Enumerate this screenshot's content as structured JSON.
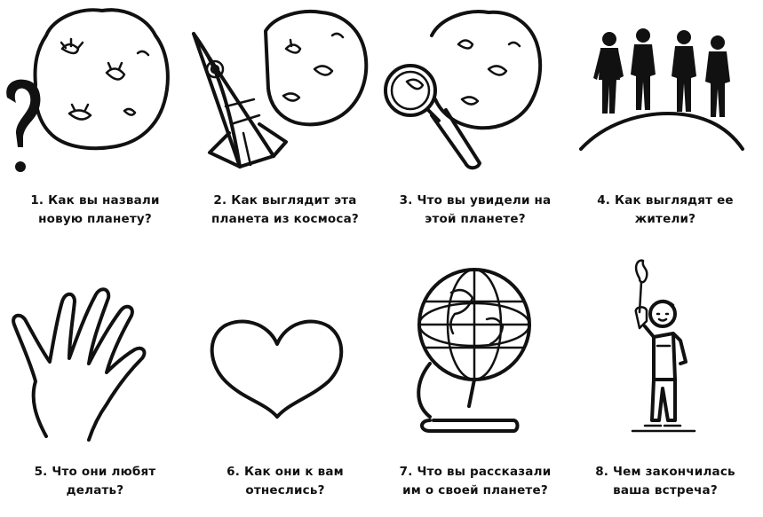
{
  "panels": [
    {
      "number": "1.",
      "line1": "Как вы назвали",
      "line2": "новую планету?",
      "icon": "planet-question-icon"
    },
    {
      "number": "2.",
      "line1": "Как выглядит эта",
      "line2": "планета из космоса?",
      "icon": "rocket-planet-icon"
    },
    {
      "number": "3.",
      "line1": "Что вы увидели на",
      "line2": "этой планете?",
      "icon": "magnifier-planet-icon"
    },
    {
      "number": "4.",
      "line1": "Как выглядят ее",
      "line2": "жители?",
      "icon": "inhabitants-icon"
    },
    {
      "number": "5.",
      "line1": "Что они любят",
      "line2": "делать?",
      "icon": "hand-icon"
    },
    {
      "number": "6.",
      "line1": "Как они к вам",
      "line2": "отнеслись?",
      "icon": "heart-icon"
    },
    {
      "number": "7.",
      "line1": "Что вы рассказали",
      "line2": "им о своей планете?",
      "icon": "globe-icon"
    },
    {
      "number": "8.",
      "line1": "Чем закончилась",
      "line2": "ваша встреча?",
      "icon": "boy-with-flame-icon"
    }
  ]
}
